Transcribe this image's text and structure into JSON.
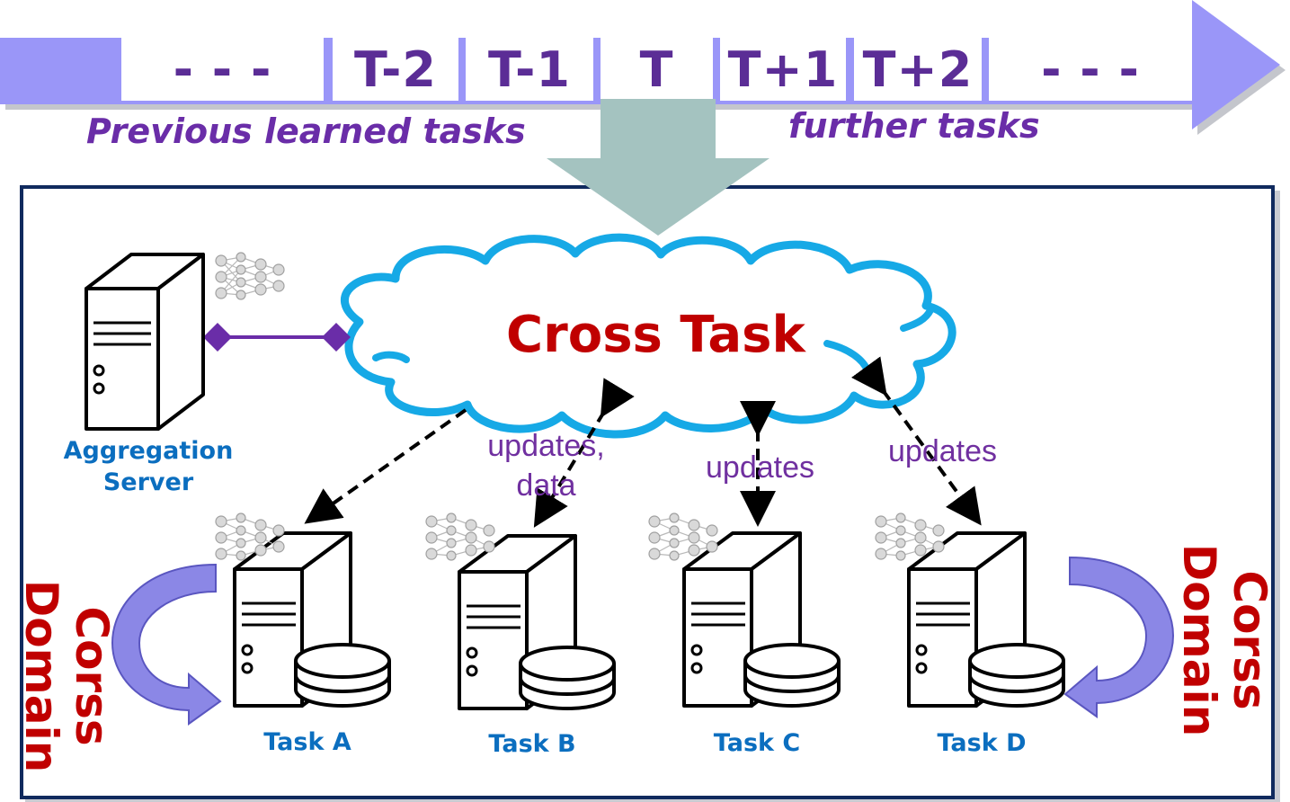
{
  "timeline": {
    "slots": [
      "- - -",
      "T-2",
      "T-1",
      "T",
      "T+1",
      "T+2",
      "- - -"
    ],
    "previous_label": "Previous learned tasks",
    "further_label": "further tasks"
  },
  "cloud": {
    "title": "Cross Task"
  },
  "aggregation_server": {
    "line1": "Aggregation",
    "line2": "Server"
  },
  "edge_labels": {
    "task_b_line1": "updates,",
    "task_b_line2": "data",
    "task_c": "updates",
    "task_d": "updates"
  },
  "tasks": [
    "Task A",
    "Task B",
    "Task C",
    "Task D"
  ],
  "cross_domain": {
    "line1": "Corss",
    "line2": "Domain"
  },
  "colors": {
    "timeline_fill": "#9a96f8",
    "slot_text": "#5b2d96",
    "down_arrow": "#a4c3c0",
    "cloud_outline": "#16a9e6",
    "title_red": "#c00000",
    "label_purple": "#7030a0",
    "label_blue": "#0b6ebf",
    "panel_border": "#102a5e"
  },
  "icons": [
    "server-icon",
    "database-icon",
    "neural-network-icon",
    "curved-arrow-icon"
  ]
}
